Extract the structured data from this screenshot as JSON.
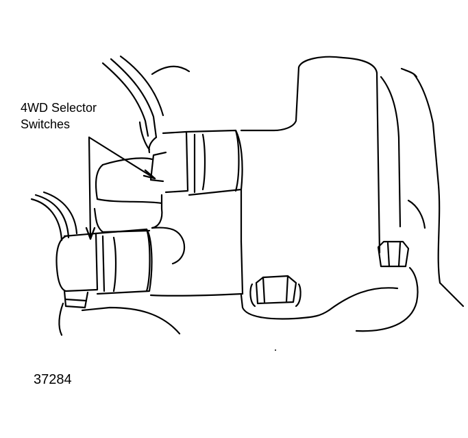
{
  "callout": {
    "line1": "4WD Selector",
    "line2": "Switches"
  },
  "figure_number": "37284",
  "colors": {
    "ink": "#000000",
    "paper": "#ffffff"
  }
}
